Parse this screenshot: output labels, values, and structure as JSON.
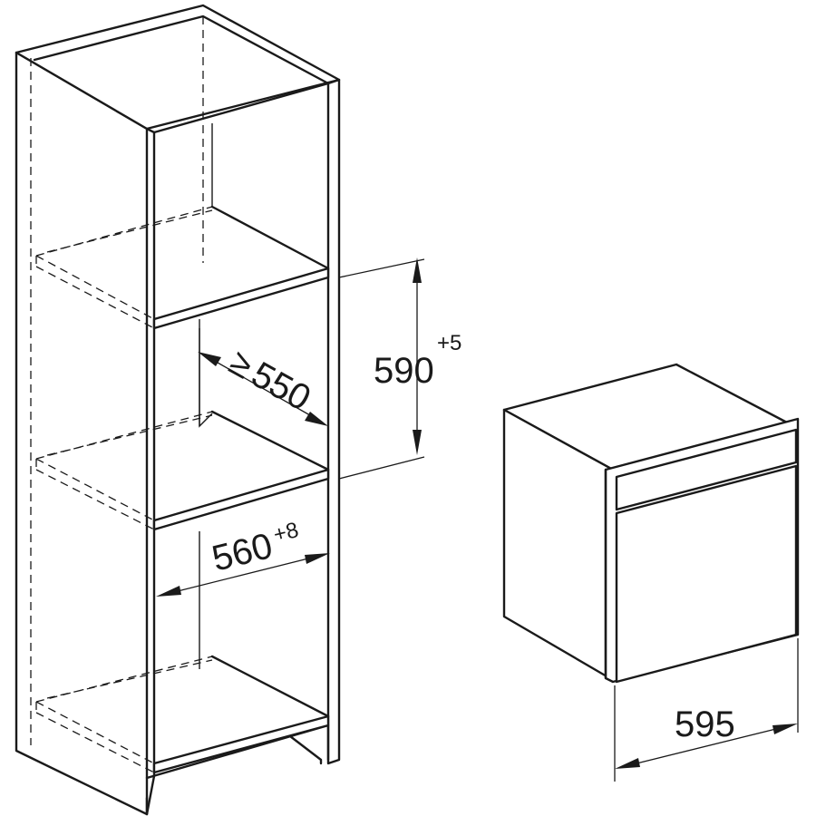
{
  "dimensions": {
    "niche_height": {
      "value": "590",
      "tolerance": "+5"
    },
    "niche_depth": {
      "symbol": "≥",
      "value": "550"
    },
    "niche_width": {
      "value": "560",
      "tolerance": "+8"
    },
    "appliance_width": {
      "value": "595"
    }
  }
}
